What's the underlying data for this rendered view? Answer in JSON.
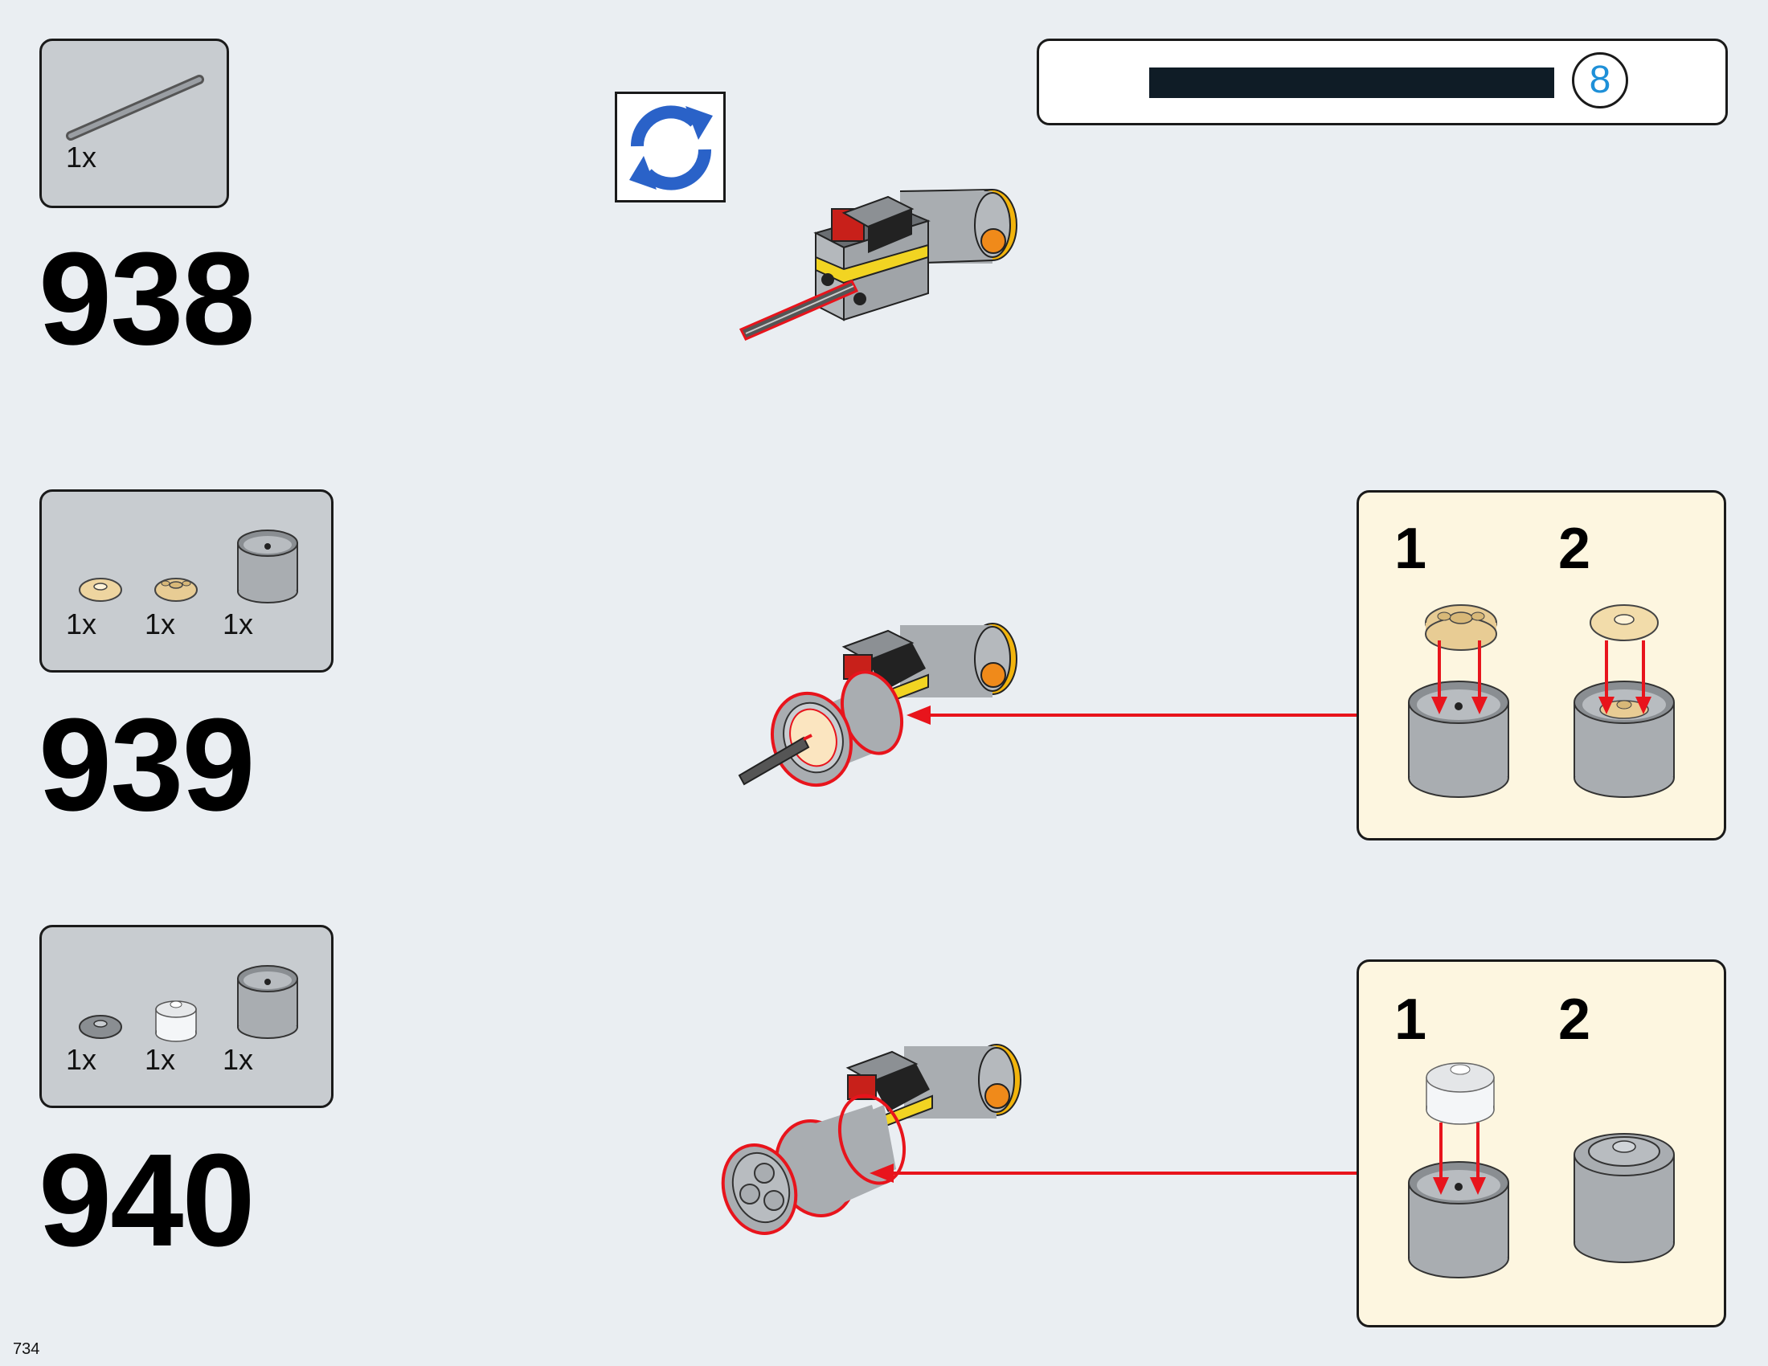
{
  "page_number": "734",
  "progress": {
    "value": "8",
    "fill_fraction": 1.0
  },
  "rotate_icon": "rotate-model-icon",
  "steps": [
    {
      "number": "938",
      "parts": [
        {
          "qty": "1x",
          "icon": "axle-part-icon"
        }
      ]
    },
    {
      "number": "939",
      "parts": [
        {
          "qty": "1x",
          "icon": "round-tile-tan-icon"
        },
        {
          "qty": "1x",
          "icon": "round-plate-tan-icon"
        },
        {
          "qty": "1x",
          "icon": "round-brick-gray-icon"
        }
      ],
      "sub_steps": [
        "1",
        "2"
      ]
    },
    {
      "number": "940",
      "parts": [
        {
          "qty": "1x",
          "icon": "round-tile-gray-icon"
        },
        {
          "qty": "1x",
          "icon": "round-brick-white-icon"
        },
        {
          "qty": "1x",
          "icon": "round-brick-gray-icon"
        }
      ],
      "sub_steps": [
        "1",
        "2"
      ]
    }
  ],
  "colors": {
    "background": "#eaeef2",
    "arrow": "#e8141c",
    "parts_box": "#c8ccd0",
    "sub_box": "#fdf6e0",
    "progress_bar": "#0f1c26",
    "progress_circle_text": "#1e90d8"
  }
}
